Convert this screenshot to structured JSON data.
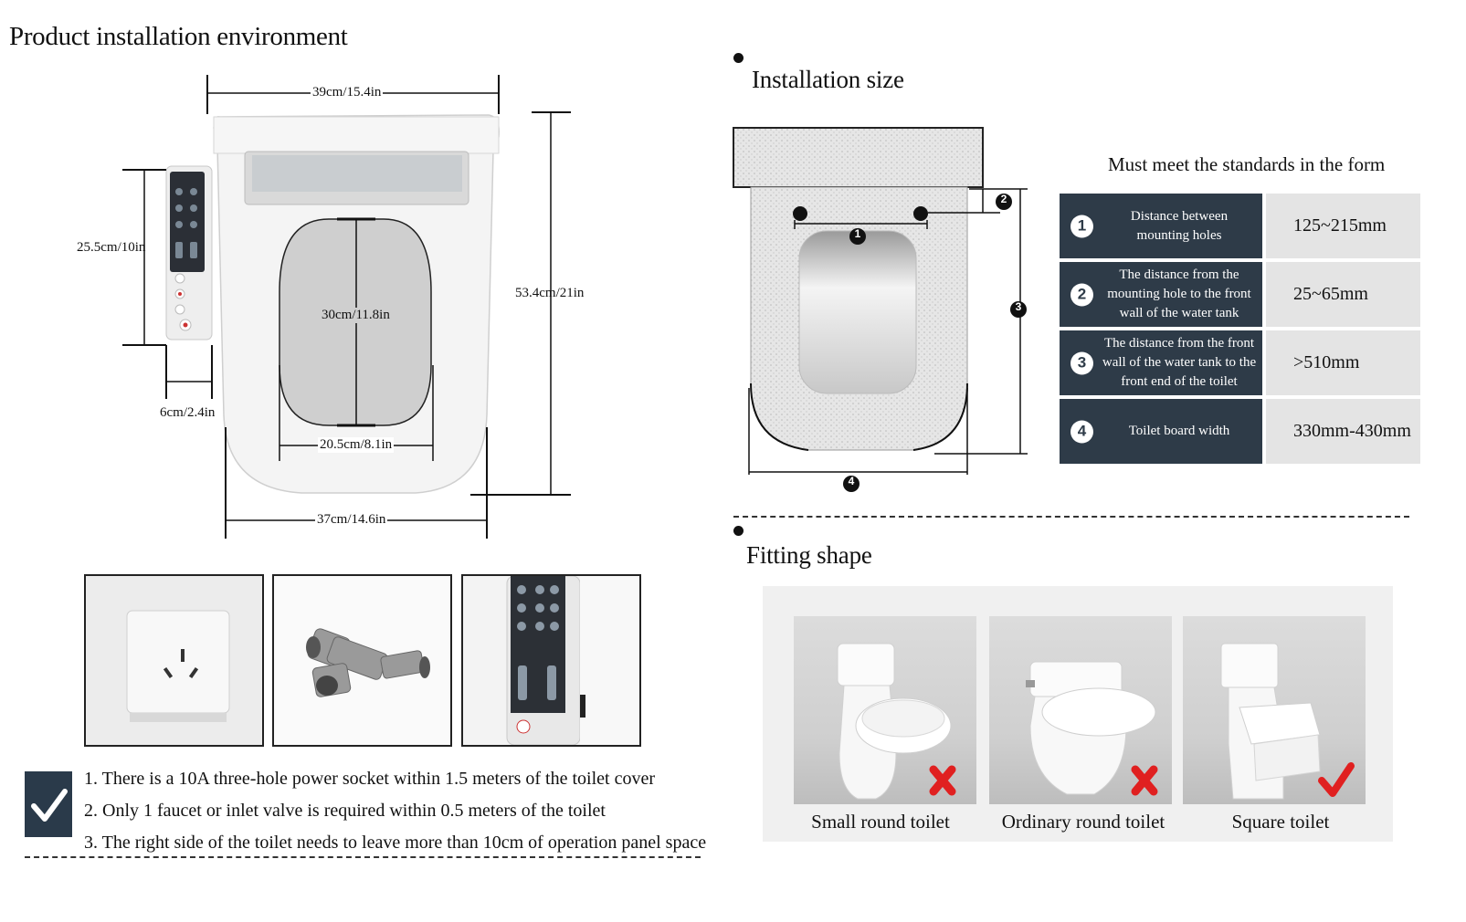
{
  "left": {
    "title": "Product installation environment",
    "dims": {
      "top_width": "39cm/15.4in",
      "height": "53.4cm/21in",
      "panel_height": "25.5cm/10in",
      "seat_length": "30cm/11.8in",
      "panel_offset": "6cm/2.4in",
      "seat_width": "20.5cm/8.1in",
      "bottom_width": "37cm/14.6in"
    },
    "photos": [
      {
        "subject": "power-socket"
      },
      {
        "subject": "tee-valve"
      },
      {
        "subject": "operation-panel"
      }
    ],
    "notes": [
      "1. There is a 10A three-hole power socket within 1.5 meters of the toilet cover",
      "2. Only 1 faucet or inlet valve is required within 0.5 meters of the toilet",
      "3. The right side of the toilet needs to leave more than 10cm of operation panel space"
    ]
  },
  "right": {
    "install_title": "Installation size",
    "diagram_markers": [
      "1",
      "2",
      "3",
      "4"
    ],
    "standards_title": "Must meet the standards in the form",
    "standards": [
      {
        "num": "1",
        "desc": "Distance between mounting holes",
        "value": "125~215mm"
      },
      {
        "num": "2",
        "desc": "The distance from the mounting hole to the front wall of the water tank",
        "value": "25~65mm"
      },
      {
        "num": "3",
        "desc": "The distance from the front wall of the water tank to the front end of the toilet",
        "value": ">510mm"
      },
      {
        "num": "4",
        "desc": "Toilet board width",
        "value": "330mm-430mm"
      }
    ],
    "fitting_title": "Fitting shape",
    "shapes": [
      {
        "label": "Small round toilet",
        "fits": false
      },
      {
        "label": "Ordinary round toilet",
        "fits": false
      },
      {
        "label": "Square toilet",
        "fits": true
      }
    ]
  },
  "colors": {
    "table_dark": "#2e3b48",
    "table_light": "#e4e4e4",
    "reject_mark": "#e02020",
    "accept_mark": "#e02020"
  }
}
